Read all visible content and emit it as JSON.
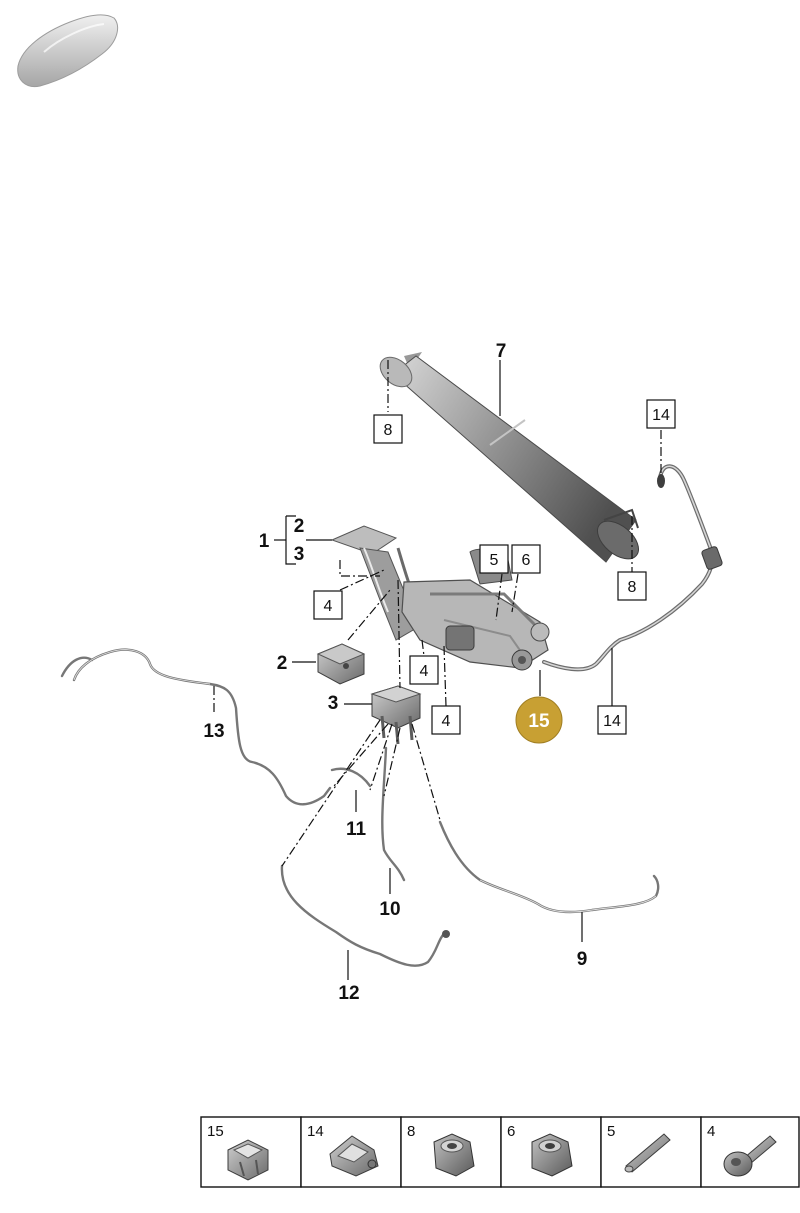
{
  "callouts": {
    "c1": "1",
    "c2a": "2",
    "c3a": "3",
    "c2": "2",
    "c3": "3",
    "c7": "7",
    "c9": "9",
    "c10": "10",
    "c11": "11",
    "c12": "12",
    "c13": "13"
  },
  "boxes": {
    "b8_top": "8",
    "b8_right": "8",
    "b14_top": "14",
    "b14_bottom": "14",
    "b5": "5",
    "b6": "6",
    "b4_left": "4",
    "b4_mid": "4",
    "b4_low": "4"
  },
  "badge": "15",
  "legend": [
    "15",
    "14",
    "8",
    "6",
    "5",
    "4"
  ],
  "colors": {
    "badge": "#c8a033",
    "part_dark": "#555555",
    "part_light": "#c9c9c9"
  }
}
